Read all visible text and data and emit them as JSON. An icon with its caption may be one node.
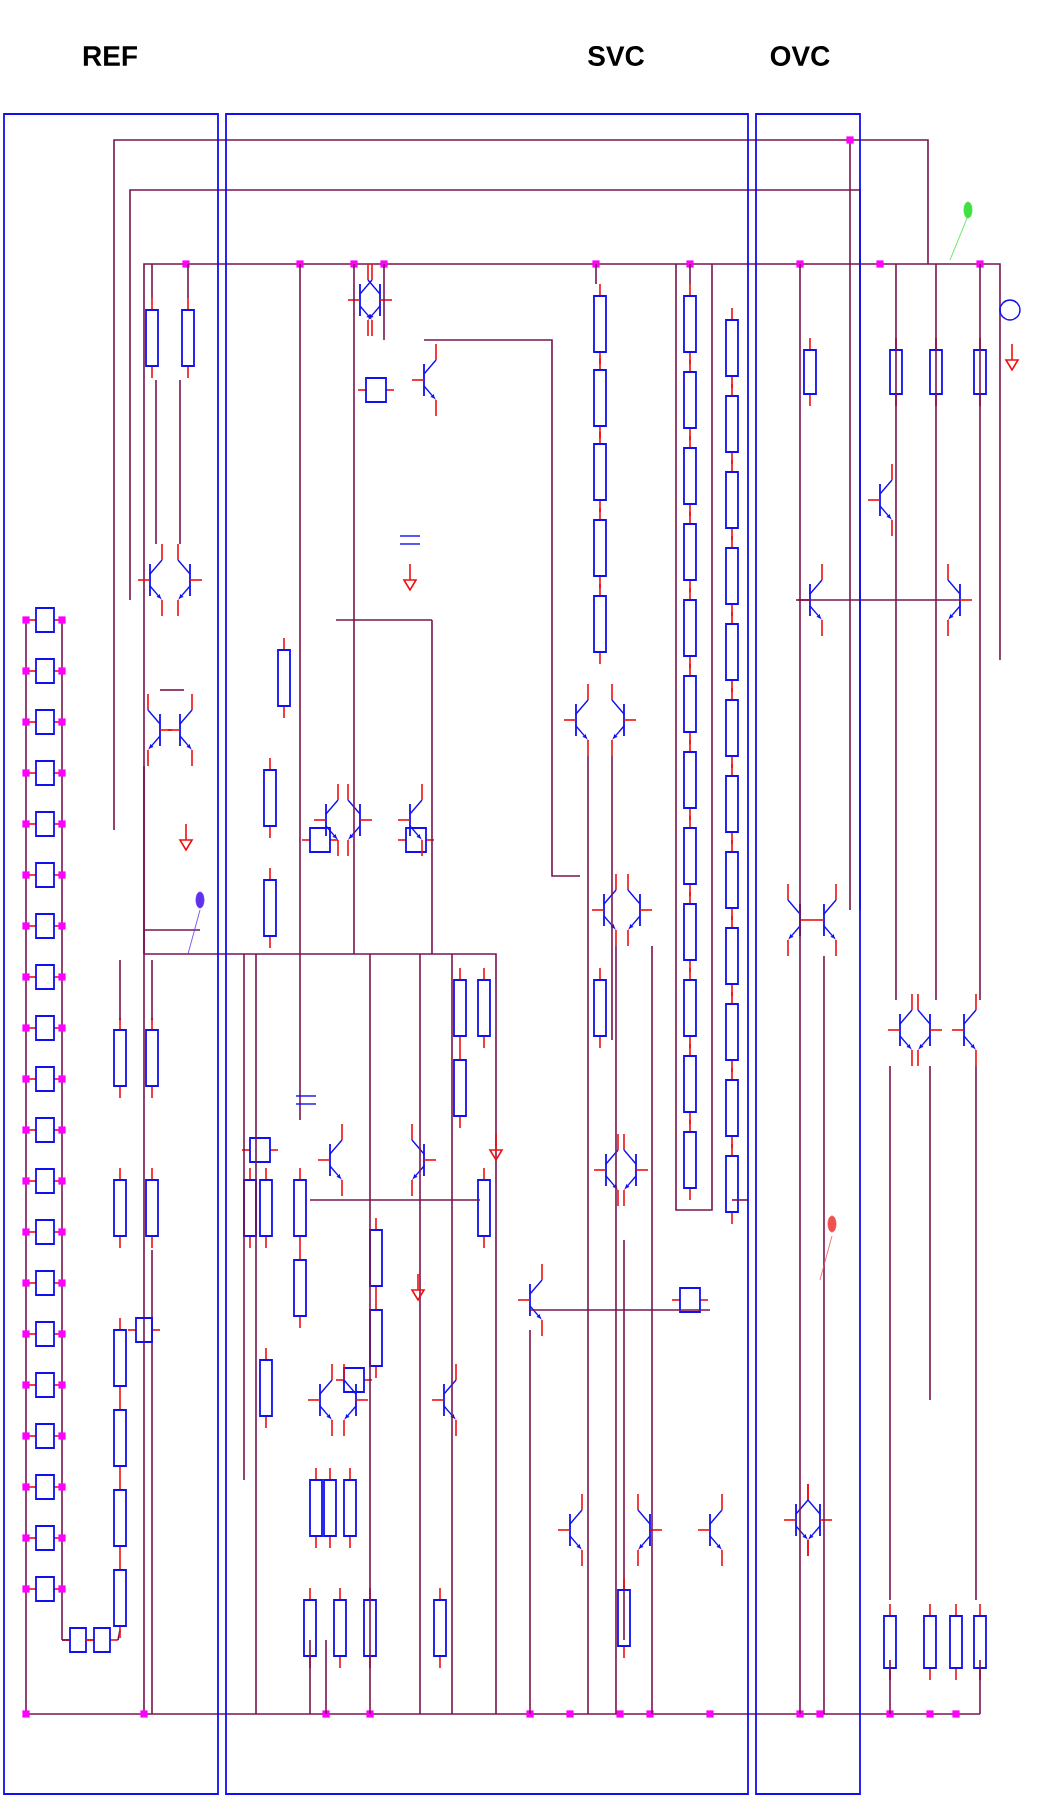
{
  "diagram": {
    "nodes": [
      {
        "text": [
          "REF"
        ]
      },
      {
        "text": [
          "SVC"
        ]
      },
      {
        "text": [
          "OVC"
        ]
      }
    ]
  }
}
